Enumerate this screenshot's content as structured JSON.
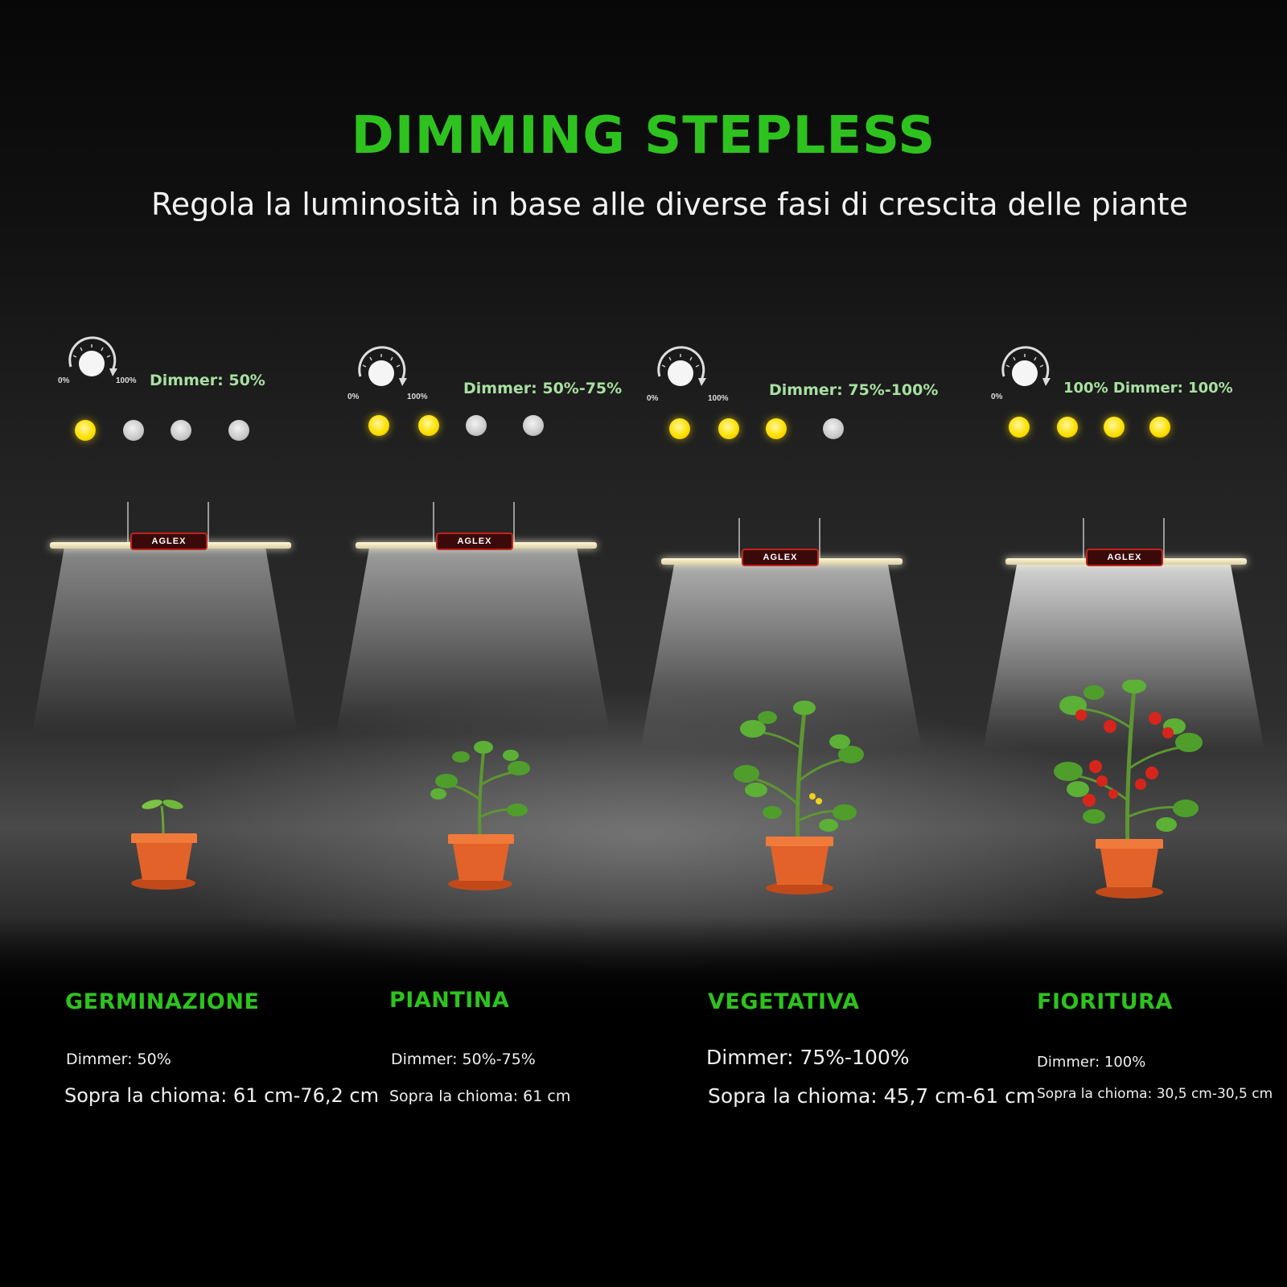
{
  "header": {
    "title": "DIMMING STEPLESS",
    "subtitle": "Regola la luminosità in base alle diverse fasi di crescita delle piante"
  },
  "colors": {
    "accent": "#2ec21f",
    "dimmer_text": "#a8e0a0",
    "led_on": "#ffe100",
    "led_off": "#c8c8c8"
  },
  "lamp_brand": "AGLEX",
  "knob_labels": {
    "min": "0%",
    "max": "100%"
  },
  "stages": [
    {
      "dimmer_label": "Dimmer: 50%",
      "leds_on": 1,
      "leds_total": 4,
      "name": "GERMINAZIONE",
      "spec_dimmer": "Dimmer: 50%",
      "spec_height": "Sopra la chioma: 61 cm-76,2 cm",
      "plant_icon": "seedling-pot-icon",
      "show_max_label": true
    },
    {
      "dimmer_label": "Dimmer: 50%-75%",
      "leds_on": 2,
      "leds_total": 4,
      "name": "PIANTINA",
      "spec_dimmer": "Dimmer: 50%-75%",
      "spec_height": "Sopra la chioma: 61 cm",
      "plant_icon": "young-plant-pot-icon",
      "show_max_label": true
    },
    {
      "dimmer_label": "Dimmer: 75%-100%",
      "leds_on": 3,
      "leds_total": 4,
      "name": "VEGETATIVA",
      "spec_dimmer": "Dimmer: 75%-100%",
      "spec_height": "Sopra la chioma: 45,7 cm-61 cm",
      "plant_icon": "vegetative-plant-pot-icon",
      "show_max_label": true
    },
    {
      "dimmer_label": "100% Dimmer: 100%",
      "leds_on": 4,
      "leds_total": 4,
      "name": "FIORITURA",
      "spec_dimmer": "Dimmer: 100%",
      "spec_height": "Sopra la chioma: 30,5 cm-30,5 cm",
      "plant_icon": "tomato-plant-pot-icon",
      "show_max_label": false
    }
  ]
}
